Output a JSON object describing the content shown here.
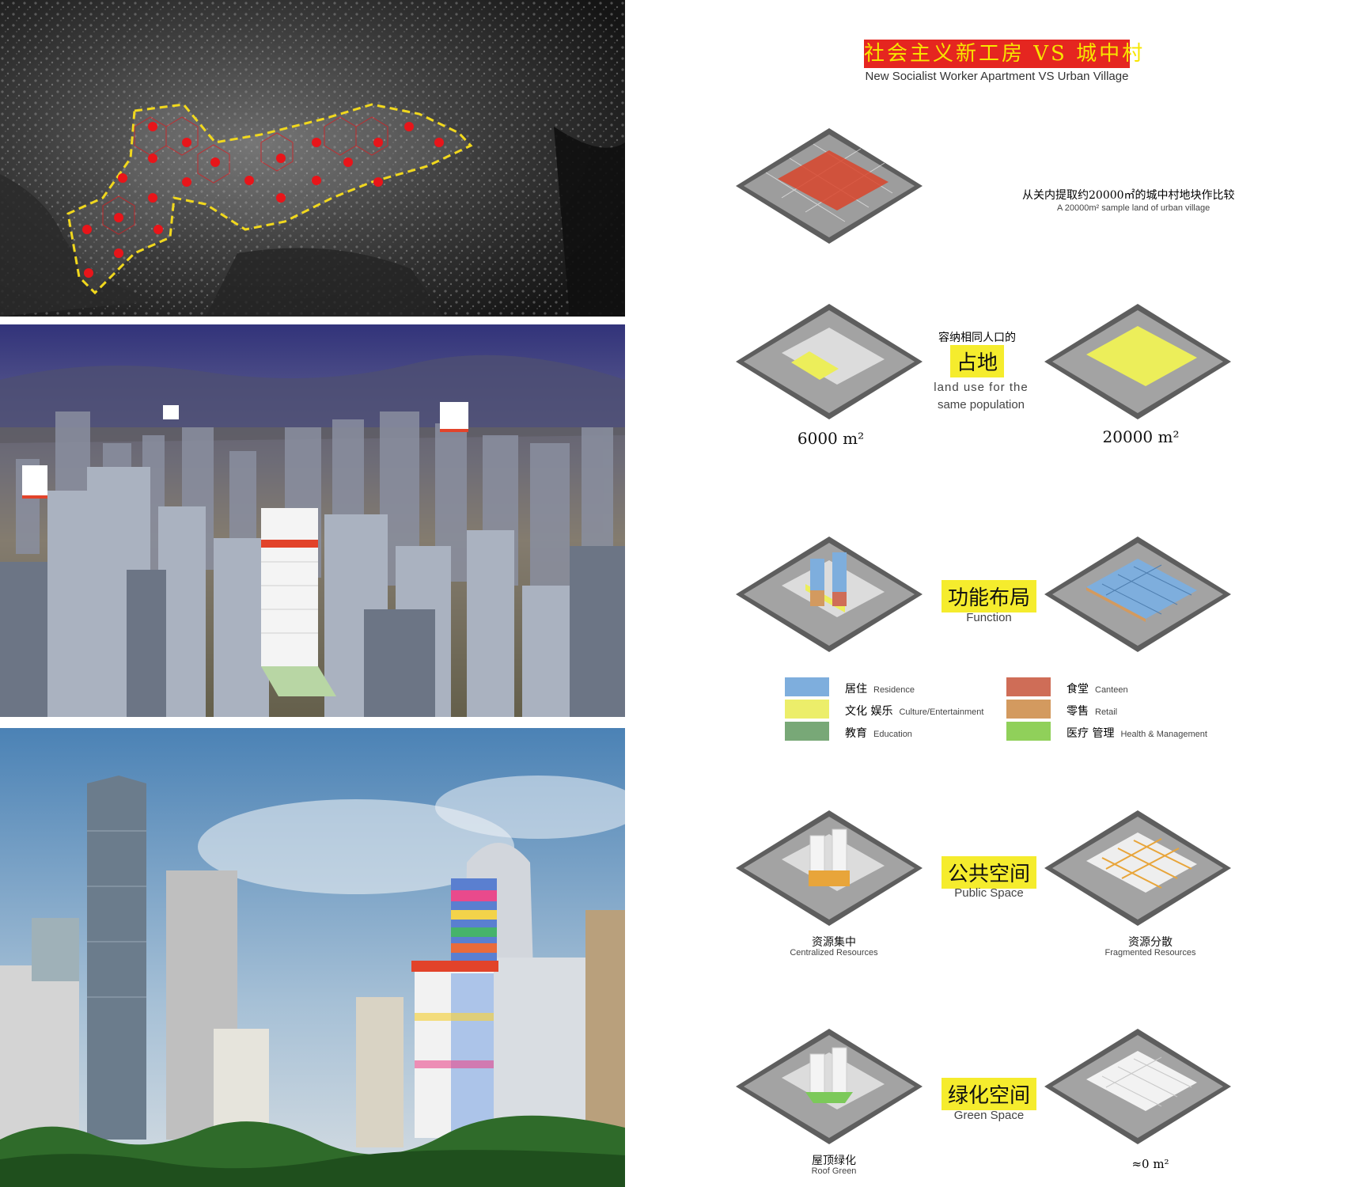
{
  "title": {
    "cn": "社会主义新工房 VS 城中村",
    "en": "New Socialist Worker Apartment  VS  Urban Village"
  },
  "sample": {
    "cn": "从关内提取约20000㎡的城中村地块作比较",
    "en": "A 20000m² sample land of urban village"
  },
  "land_use": {
    "intro_cn": "容纳相同人口的",
    "heading_cn": "占地",
    "en_line1": "land use for the",
    "en_line2": "same population",
    "left_area": "6000 m²",
    "right_area": "20000 m²"
  },
  "function": {
    "heading_cn": "功能布局",
    "heading_en": "Function"
  },
  "legend": [
    {
      "cn": "居住",
      "en": "Residence",
      "color": "#7eaedd"
    },
    {
      "cn": "文化 娱乐",
      "en": "Culture/Entertainment",
      "color": "#ecee6a"
    },
    {
      "cn": "教育",
      "en": "Education",
      "color": "#78a877"
    },
    {
      "cn": "食堂",
      "en": "Canteen",
      "color": "#cf6d57"
    },
    {
      "cn": "零售",
      "en": "Retail",
      "color": "#d39a5f"
    },
    {
      "cn": "医疗 管理",
      "en": "Health & Management",
      "color": "#90d05a"
    }
  ],
  "public_space": {
    "heading_cn": "公共空间",
    "heading_en": "Public Space",
    "left_cn": "资源集中",
    "left_en": "Centralized Resources",
    "right_cn": "资源分散",
    "right_en": "Fragmented Resources"
  },
  "green_space": {
    "heading_cn": "绿化空间",
    "heading_en": "Green Space",
    "left_cn": "屋顶绿化",
    "left_en": "Roof Green",
    "right_value": "≈0 m²"
  },
  "colors": {
    "title_bg": "#e52620",
    "title_text": "#f7e600",
    "highlight": "#f5ec2d",
    "sample_red": "#d9452c",
    "boundary": "#f1d81d",
    "node": "#e8151a"
  }
}
